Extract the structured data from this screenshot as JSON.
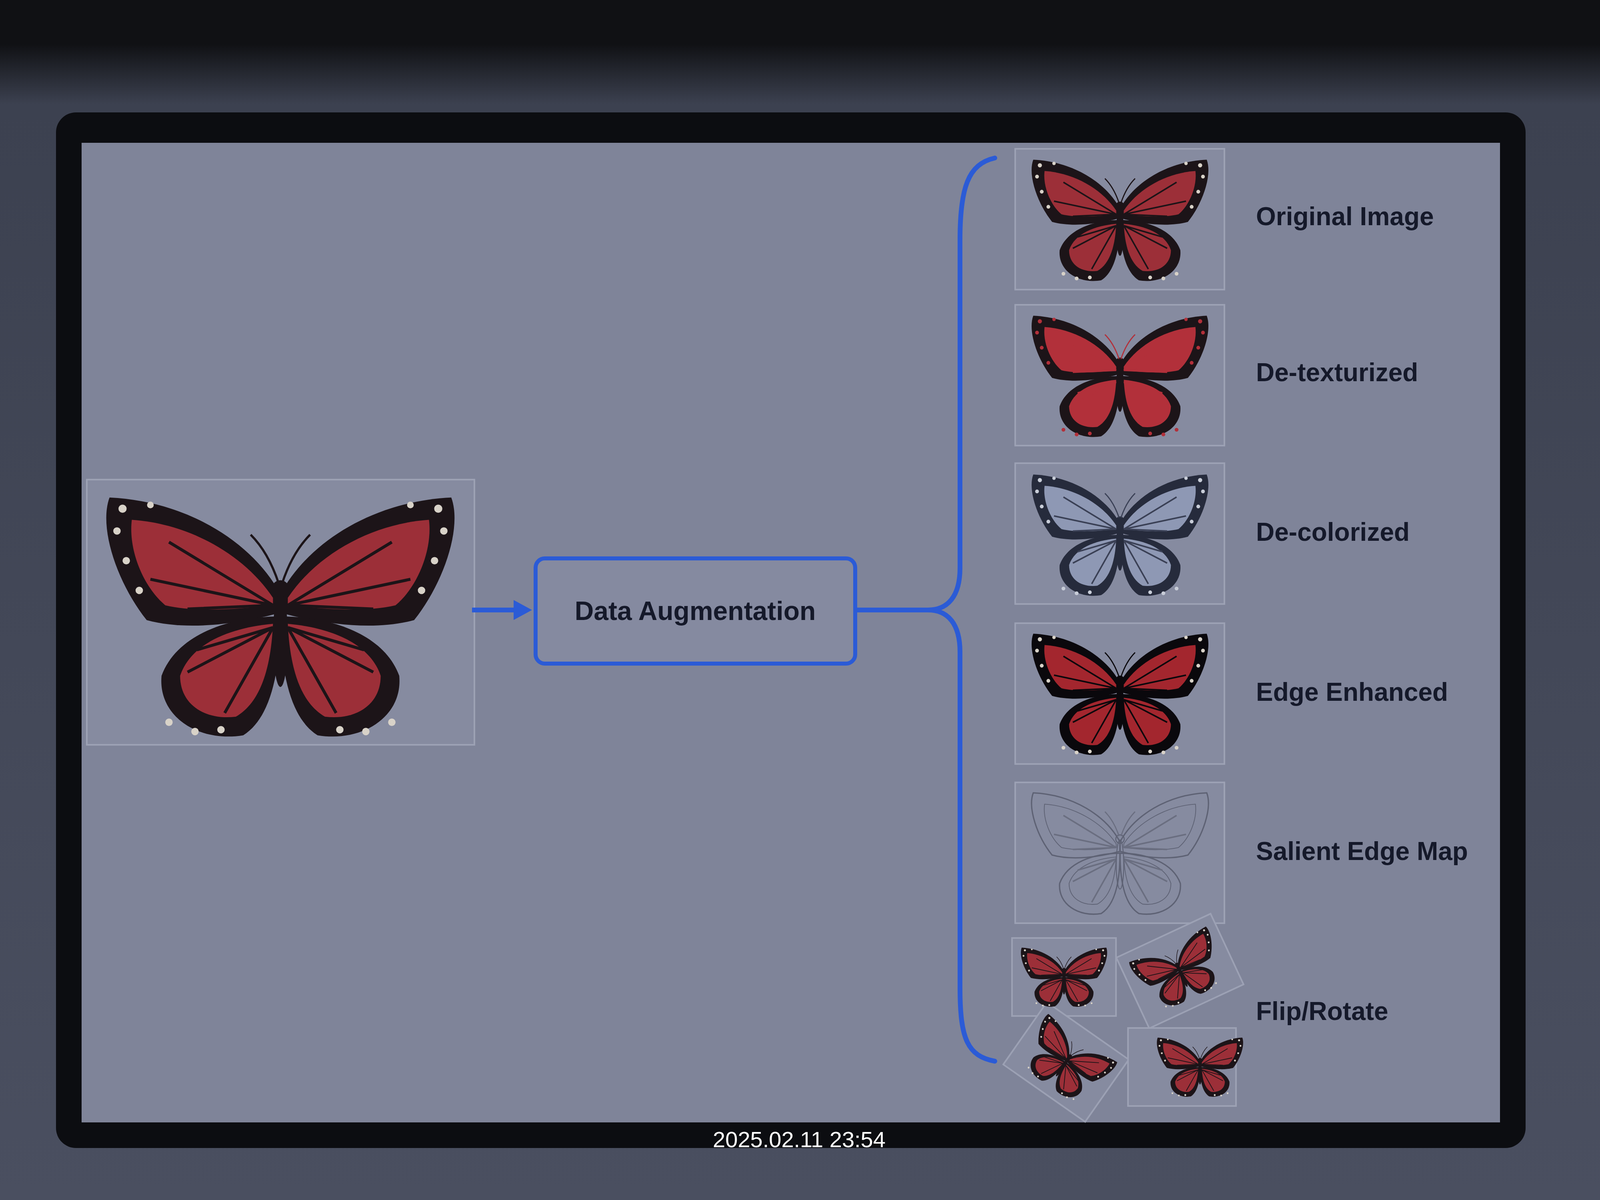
{
  "diagram": {
    "nodes": [
      {
        "text": [
          "Data Augmentation"
        ]
      }
    ],
    "labels": [
      "Original Image",
      "De-texturized",
      "De-colorized",
      "Edge Enhanced",
      "Salient Edge Map",
      "Flip/Rotate",
      "2025.02.11 23:54"
    ]
  }
}
